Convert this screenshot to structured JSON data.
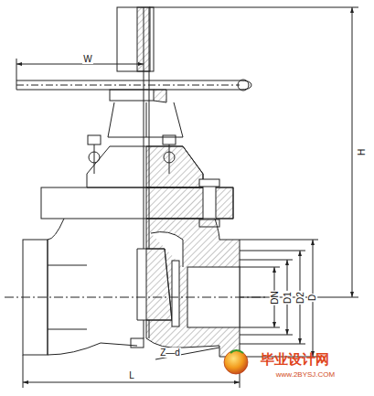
{
  "diagram": {
    "labels": [
      "W",
      "H",
      "DN",
      "D1",
      "D2",
      "D",
      "Z—d",
      "L",
      "毕业设计网",
      "www.2BYSJ.COM"
    ]
  }
}
